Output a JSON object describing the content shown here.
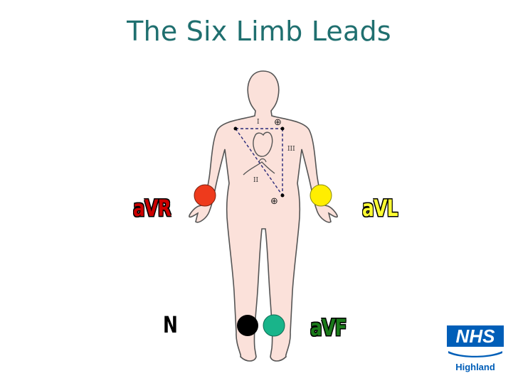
{
  "title": "The Six Limb Leads",
  "leads": {
    "avr": {
      "label": "aVR",
      "color": "#cc0000",
      "electrode_color": "#ee3a1c"
    },
    "avl": {
      "label": "aVL",
      "color": "#ffff33",
      "electrode_color": "#ffee00"
    },
    "n": {
      "label": "N",
      "color": "#000000",
      "electrode_color": "#000000"
    },
    "avf": {
      "label": "aVF",
      "color": "#1a7a1a",
      "electrode_color": "#19b48a"
    }
  },
  "diagram": {
    "lead_labels": [
      "I",
      "II",
      "III"
    ],
    "positive_symbol": "⊕",
    "skin_color": "#fbe1da",
    "outline_color": "#555555"
  },
  "logo": {
    "name": "NHS",
    "region": "Highland",
    "color": "#005eb8"
  }
}
